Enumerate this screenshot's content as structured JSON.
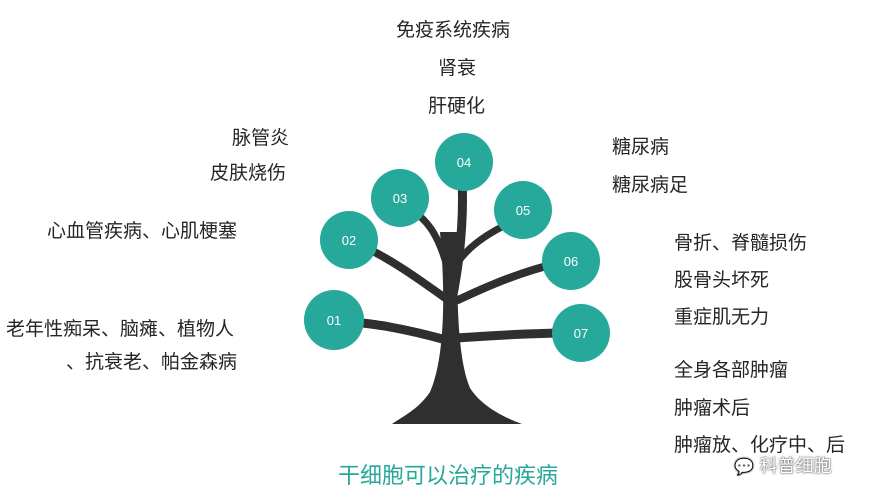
{
  "colors": {
    "node": "#26a89a",
    "trunk": "#2f2f2f",
    "caption": "#26a89a"
  },
  "nodes": [
    "01",
    "02",
    "03",
    "04",
    "05",
    "06",
    "07"
  ],
  "labels": {
    "top": [
      "免疫系统疾病",
      "肾衰",
      "肝硬化"
    ],
    "upper_left": [
      "脉管炎",
      "皮肤烧伤"
    ],
    "left_mid": "心血管疾病、心肌梗塞",
    "lower_left": [
      "老年性痴呆、脑瘫、植物人",
      "、抗衰老、帕金森病"
    ],
    "upper_right": [
      "糖尿病",
      "糖尿病足"
    ],
    "right_mid": [
      "骨折、脊髓损伤",
      "股骨头坏死",
      "重症肌无力"
    ],
    "lower_right": [
      "全身各部肿瘤",
      "肿瘤术后",
      "肿瘤放、化疗中、后"
    ]
  },
  "caption": "干细胞可以治疗的疾病",
  "watermark": "科普细胞",
  "watermark_icon": "wechat-icon"
}
